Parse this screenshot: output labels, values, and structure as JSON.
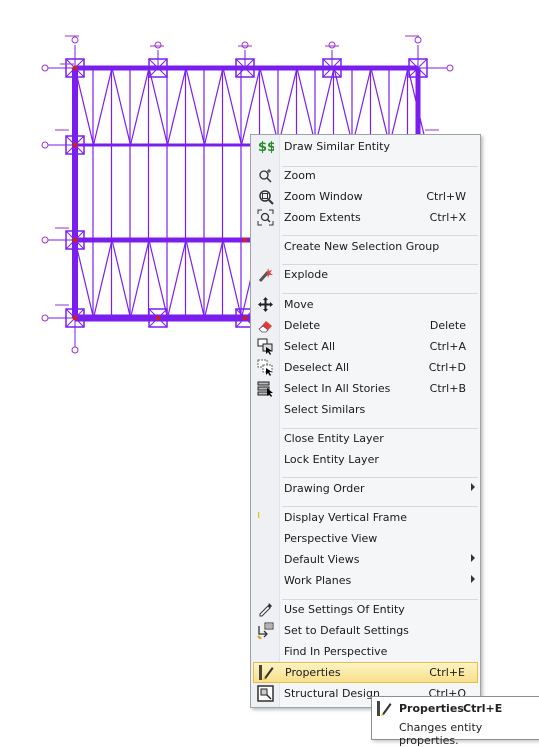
{
  "drawing": {
    "frame_color": "#7a1ef0",
    "node_color": "#cc2222",
    "label_color": "#9933cc"
  },
  "menu": {
    "items": [
      {
        "id": "draw-similar-entity",
        "label": "Draw Similar Entity",
        "shortcut": "",
        "icon": "draw-similar-icon",
        "submenu": false
      },
      {
        "id": "zoom",
        "label": "Zoom",
        "shortcut": "",
        "icon": "zoom-icon",
        "submenu": false
      },
      {
        "id": "zoom-window",
        "label": "Zoom Window",
        "shortcut": "Ctrl+W",
        "icon": "zoom-window-icon",
        "submenu": false
      },
      {
        "id": "zoom-extents",
        "label": "Zoom Extents",
        "shortcut": "Ctrl+X",
        "icon": "zoom-extents-icon",
        "submenu": false
      },
      {
        "id": "create-new-selection-group",
        "label": "Create New Selection Group",
        "shortcut": "",
        "icon": "",
        "submenu": false
      },
      {
        "id": "explode",
        "label": "Explode",
        "shortcut": "",
        "icon": "explode-icon",
        "submenu": false
      },
      {
        "id": "move",
        "label": "Move",
        "shortcut": "",
        "icon": "move-icon",
        "submenu": false
      },
      {
        "id": "delete",
        "label": "Delete",
        "shortcut": "Delete",
        "icon": "eraser-icon",
        "submenu": false
      },
      {
        "id": "select-all",
        "label": "Select All",
        "shortcut": "Ctrl+A",
        "icon": "select-all-icon",
        "submenu": false
      },
      {
        "id": "deselect-all",
        "label": "Deselect All",
        "shortcut": "Ctrl+D",
        "icon": "deselect-all-icon",
        "submenu": false
      },
      {
        "id": "select-in-all-stories",
        "label": "Select In All Stories",
        "shortcut": "Ctrl+B",
        "icon": "select-stories-icon",
        "submenu": false
      },
      {
        "id": "select-similars",
        "label": "Select Similars",
        "shortcut": "",
        "icon": "",
        "submenu": false
      },
      {
        "id": "close-entity-layer",
        "label": "Close Entity Layer",
        "shortcut": "",
        "icon": "",
        "submenu": false
      },
      {
        "id": "lock-entity-layer",
        "label": "Lock Entity Layer",
        "shortcut": "",
        "icon": "",
        "submenu": false
      },
      {
        "id": "drawing-order",
        "label": "Drawing Order",
        "shortcut": "",
        "icon": "",
        "submenu": true
      },
      {
        "id": "display-vertical-frame",
        "label": "Display Vertical Frame",
        "shortcut": "",
        "icon": "vertical-frame-icon",
        "submenu": false
      },
      {
        "id": "perspective-view",
        "label": "Perspective View",
        "shortcut": "",
        "icon": "",
        "submenu": false
      },
      {
        "id": "default-views",
        "label": "Default Views",
        "shortcut": "",
        "icon": "",
        "submenu": true
      },
      {
        "id": "work-planes",
        "label": "Work Planes",
        "shortcut": "",
        "icon": "",
        "submenu": true
      },
      {
        "id": "use-settings-of-entity",
        "label": "Use Settings Of Entity",
        "shortcut": "",
        "icon": "dropper-icon",
        "submenu": false
      },
      {
        "id": "set-to-default-settings",
        "label": "Set to Default Settings",
        "shortcut": "",
        "icon": "default-settings-icon",
        "submenu": false
      },
      {
        "id": "find-in-perspective",
        "label": "Find In Perspective",
        "shortcut": "",
        "icon": "",
        "submenu": false
      },
      {
        "id": "properties",
        "label": "Properties",
        "shortcut": "Ctrl+E",
        "icon": "properties-icon",
        "submenu": false,
        "highlighted": true
      },
      {
        "id": "structural-design",
        "label": "Structural Design",
        "shortcut": "Ctrl+Q",
        "icon": "structural-design-icon",
        "submenu": false
      }
    ]
  },
  "tooltip": {
    "title": "Properties",
    "shortcut": "Ctrl+E",
    "description": "Changes entity properties."
  }
}
